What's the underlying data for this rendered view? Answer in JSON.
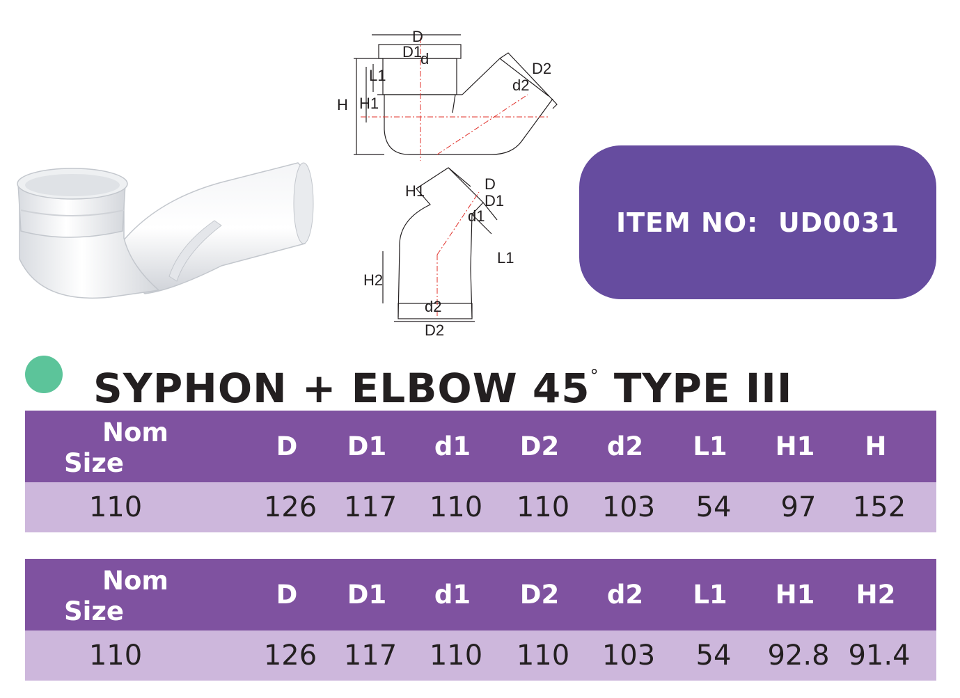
{
  "item_no": "ITEM NO:  UD0031",
  "title": "SYPHON + ELBOW 45",
  "title_degree": "°",
  "title_suffix": " TYPE III",
  "diagram_labels": {
    "syphon": [
      "D",
      "D1",
      "d",
      "L1",
      "H",
      "H1",
      "D2",
      "d2"
    ],
    "elbow": [
      "H1",
      "D",
      "D1",
      "d1",
      "L1",
      "H2",
      "d2",
      "D2"
    ]
  },
  "tables": [
    {
      "nom_line1": "Nom",
      "nom_line2": "Size",
      "headers": [
        "D",
        "D1",
        "d1",
        "D2",
        "d2",
        "L1",
        "H1",
        "H"
      ],
      "row": [
        "110",
        "126",
        "117",
        "110",
        "110",
        "103",
        "54",
        "97",
        "152"
      ]
    },
    {
      "nom_line1": "Nom",
      "nom_line2": "Size",
      "headers": [
        "D",
        "D1",
        "d1",
        "D2",
        "d2",
        "L1",
        "H1",
        "H2"
      ],
      "row": [
        "110",
        "126",
        "117",
        "110",
        "110",
        "103",
        "54",
        "92.8",
        "91.4"
      ]
    }
  ],
  "colors": {
    "header_purple": "#7f52a0",
    "row_lavender": "#cdb7dc",
    "pill_purple": "#664c9f",
    "dot_green": "#5cc49a"
  }
}
